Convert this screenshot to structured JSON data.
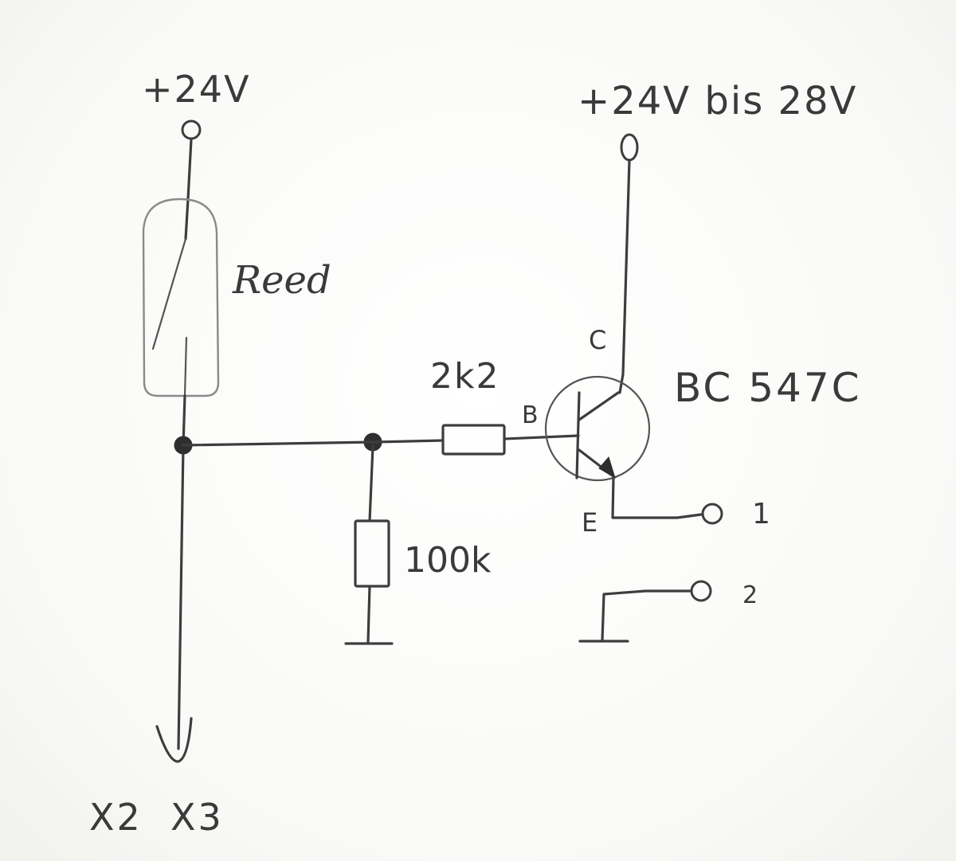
{
  "supply_left": "+24V",
  "supply_right": "+24V bis 28V",
  "reed_label": "Reed",
  "resistor_base_label": "2k2",
  "resistor_pulldown_label": "100k",
  "transistor_label": "BC 547C",
  "pin_collector": "C",
  "pin_base": "B",
  "pin_emitter": "E",
  "output_1": "1",
  "output_2": "2",
  "bottom_label": "X2  X3",
  "colors": {
    "pencil": "#3d3d3d",
    "paper": "#fbfbf9"
  }
}
